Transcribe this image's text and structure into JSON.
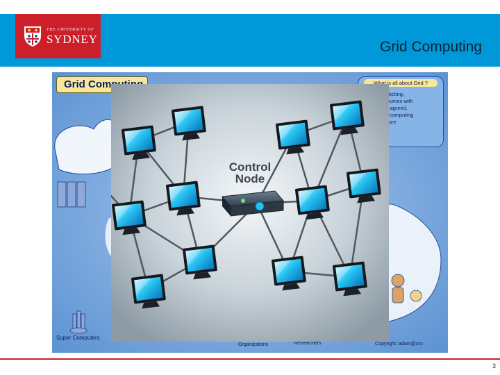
{
  "header": {
    "logo": {
      "line1": "THE UNIVERSITY OF",
      "line2": "SYDNEY"
    },
    "title": "Grid Computing",
    "colors": {
      "band": "#0098d8",
      "logo": "#cc1f29"
    }
  },
  "background_panel": {
    "title": "Grid Computing",
    "info_box": {
      "title": "What is all about Grid ?",
      "lines": [
        "haring, Selecting,",
        "tion of resources with",
        "universally agreed.",
        "utive supercomputing",
        "a better future"
      ]
    },
    "labels": {
      "super_computers": "Super Computers",
      "organizations": "Organizations",
      "researchers": "Researchers",
      "copyright": "Copyright: adam@csc"
    }
  },
  "network": {
    "control_node": {
      "line1": "Control",
      "line2": "Node"
    }
  },
  "footer": {
    "page_number": "3"
  }
}
